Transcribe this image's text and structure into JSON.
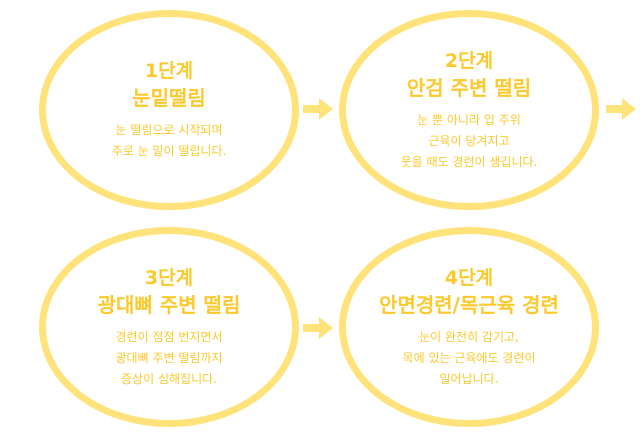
{
  "stages": [
    {
      "number": "1단계",
      "title": "눈밑떨림",
      "lines": [
        "눈 떨림으로 시작되며",
        "주로 눈 밑이 떨립니다."
      ]
    },
    {
      "number": "2단계",
      "title": "안검 주변 떨림",
      "lines": [
        "눈 뿐 아니라 입 주위",
        "근육이 당겨지고",
        "웃을 때도 경련이 생깁니다."
      ]
    },
    {
      "number": "3단계",
      "title": "광대뼈 주변 떨림",
      "lines": [
        "경련이 점점 번지면서",
        "광대뼈 주변 떨림까지",
        "증상이 심해집니다."
      ]
    },
    {
      "number": "4단계",
      "title": "안면경련/목근육 경련",
      "lines": [
        "눈이 완전히 감기고,",
        "목에 있는 근육에도 경련이",
        "일어납니다."
      ]
    }
  ],
  "colors": {
    "ring": "#ffe27a",
    "text": "#fbc92c",
    "arrow": "#fde37a"
  }
}
